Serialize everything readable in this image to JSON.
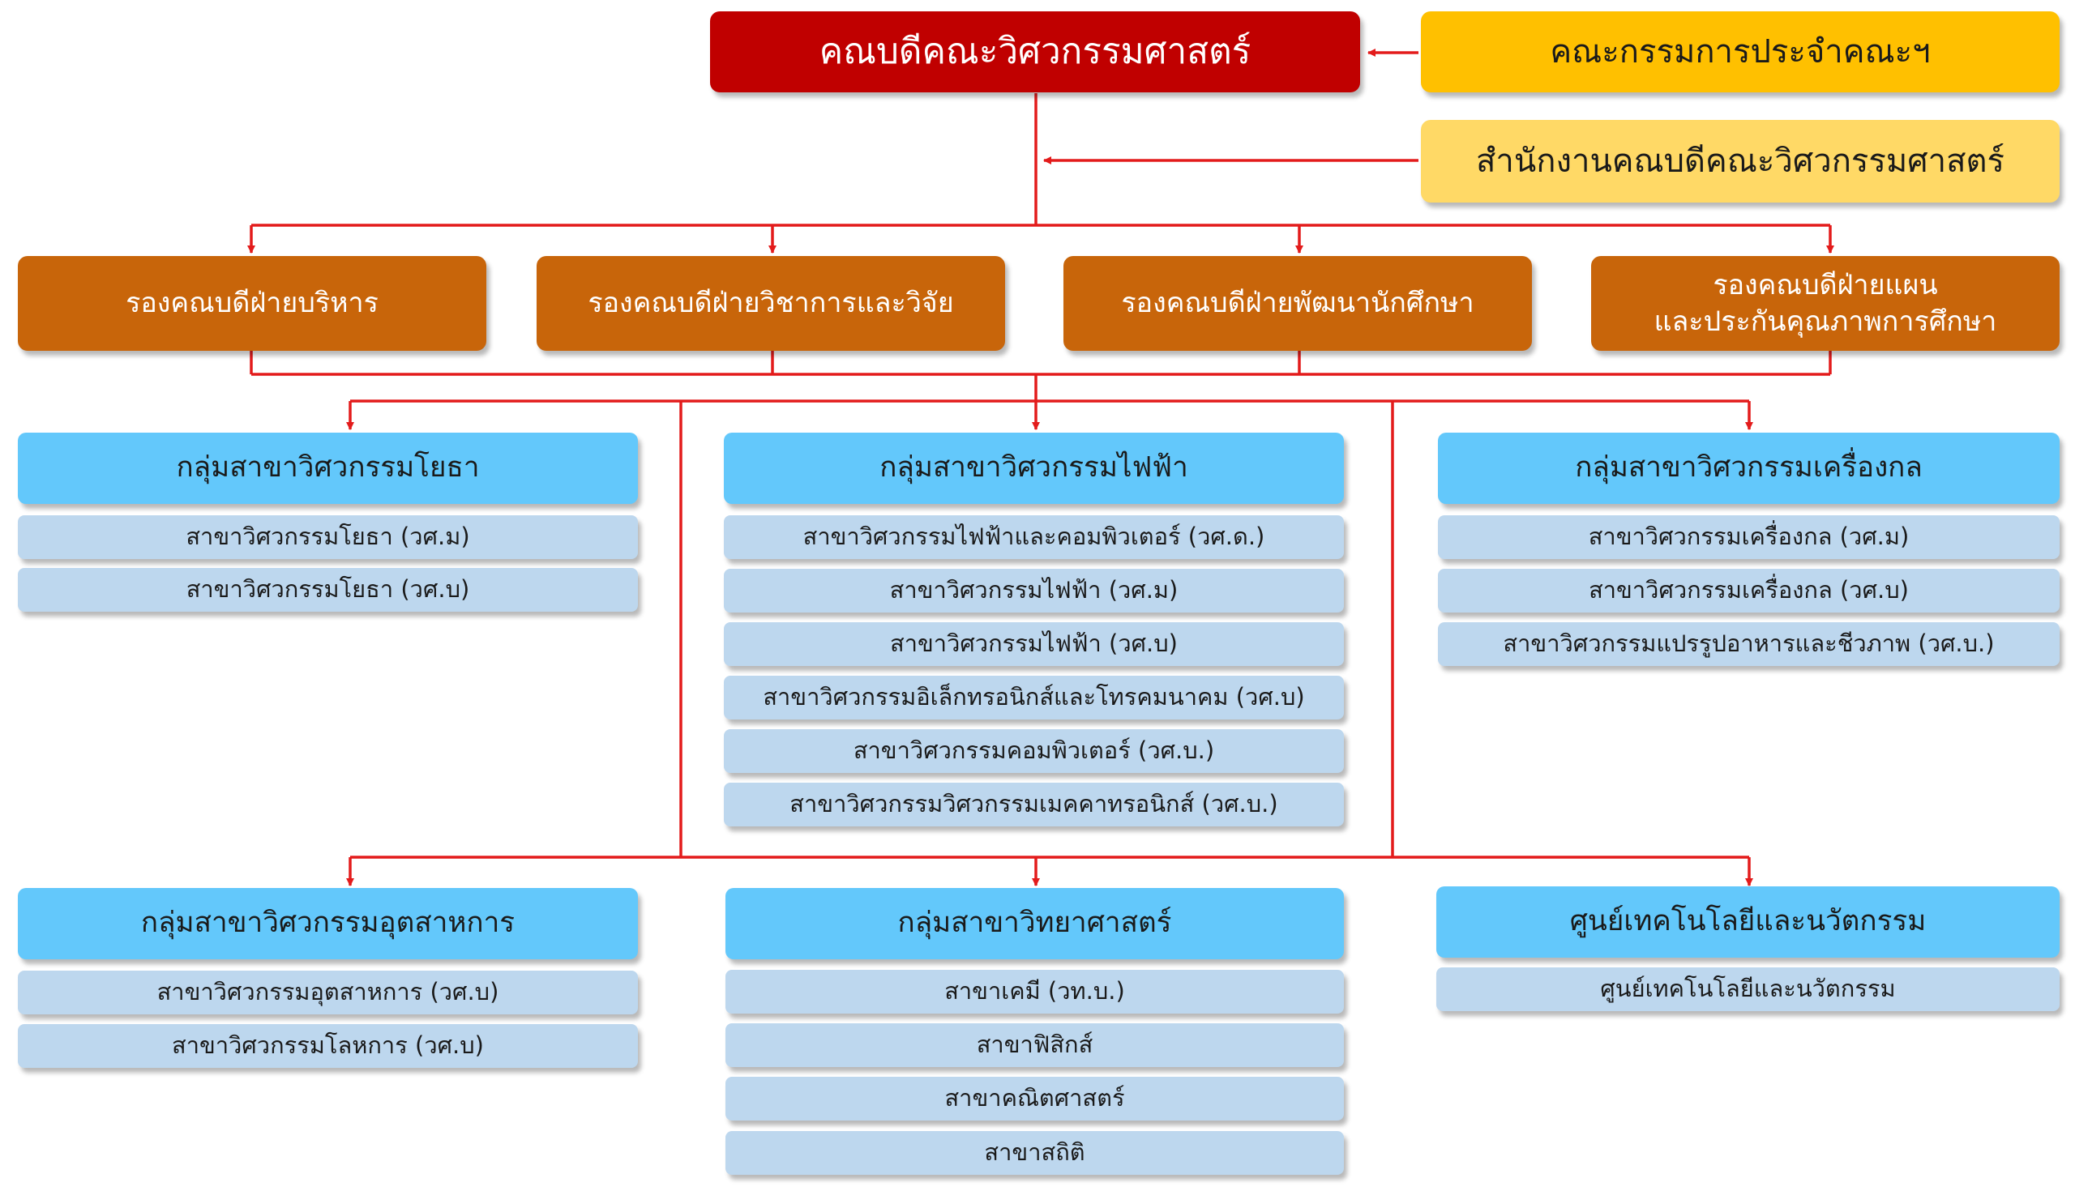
{
  "dean": "คณบดีคณะวิศวกรรมศาสตร์",
  "committee": "คณะกรรมการประจำคณะฯ",
  "office": "สำนักงานคณบดีคณะวิศวกรรมศาสตร์",
  "vice_deans": [
    {
      "label": "รองคณบดีฝ่ายบริหาร",
      "label2": ""
    },
    {
      "label": "รองคณบดีฝ่ายวิชาการและวิจัย",
      "label2": ""
    },
    {
      "label": "รองคณบดีฝ่ายพัฒนานักศึกษา",
      "label2": ""
    },
    {
      "label": "รองคณบดีฝ่ายแผน",
      "label2": "และประกันคุณภาพการศึกษา"
    }
  ],
  "groups": [
    {
      "title": "กลุ่มสาขาวิศวกรรมโยธา",
      "items": [
        "สาขาวิศวกรรมโยธา (วศ.ม)",
        "สาขาวิศวกรรมโยธา (วศ.บ)"
      ]
    },
    {
      "title": "กลุ่มสาขาวิศวกรรมไฟฟ้า",
      "items": [
        "สาขาวิศวกรรมไฟฟ้าและคอมพิวเตอร์ (วศ.ด.)",
        "สาขาวิศวกรรมไฟฟ้า (วศ.ม)",
        "สาขาวิศวกรรมไฟฟ้า (วศ.บ)",
        "สาขาวิศวกรรมอิเล็กทรอนิกส์และโทรคมนาคม (วศ.บ)",
        "สาขาวิศวกรรมคอมพิวเตอร์ (วศ.บ.)",
        "สาขาวิศวกรรมวิศวกรรมเมคคาทรอนิกส์ (วศ.บ.)"
      ]
    },
    {
      "title": "กลุ่มสาขาวิศวกรรมเครื่องกล",
      "items": [
        "สาขาวิศวกรรมเครื่องกล (วศ.ม)",
        "สาขาวิศวกรรมเครื่องกล (วศ.บ)",
        "สาขาวิศวกรรมแปรรูปอาหารและชีวภาพ (วศ.บ.)"
      ]
    },
    {
      "title": "กลุ่มสาขาวิศวกรรมอุตสาหการ",
      "items": [
        "สาขาวิศวกรรมอุตสาหการ (วศ.บ)",
        "สาขาวิศวกรรมโลหการ (วศ.บ)"
      ]
    },
    {
      "title": "กลุ่มสาขาวิทยาศาสตร์",
      "items": [
        "สาขาเคมี (วท.บ.)",
        "สาขาฟิสิกส์",
        "สาขาคณิตศาสตร์",
        "สาขาสถิติ"
      ]
    },
    {
      "title": "ศูนย์เทคโนโลยีและนวัตกรรม",
      "items": [
        "ศูนย์เทคโนโลยีและนวัตกรรม"
      ]
    }
  ],
  "colors": {
    "line": "#e31b1b",
    "dean": "#c00000",
    "committee": "#ffc000",
    "office": "#ffd966",
    "vice": "#c8650a",
    "group": "#63c8fb",
    "dept": "#bdd7ee"
  }
}
